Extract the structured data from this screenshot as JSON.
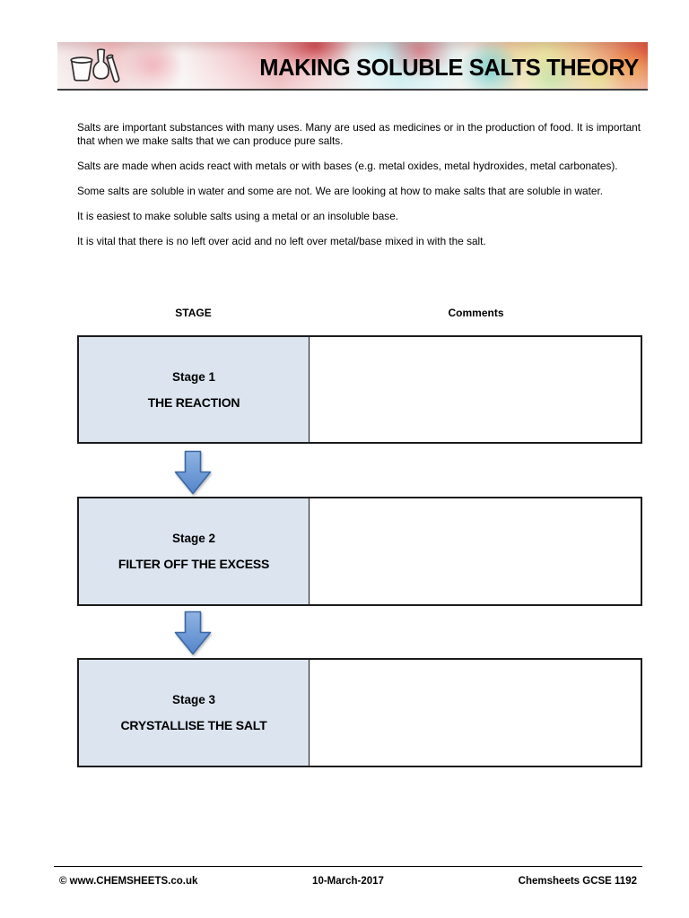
{
  "header": {
    "title": "MAKING SOLUBLE SALTS THEORY"
  },
  "intro": {
    "paragraphs": [
      "Salts are important substances with many uses.  Many are used as medicines or in the production of food. It is important that when we make salts that we can produce pure salts.",
      "Salts are made when acids react with metals or with bases (e.g. metal oxides, metal hydroxides, metal carbonates).",
      "Some salts are soluble in water and some are not. We are looking at how to make salts that are soluble in water.",
      "It is easiest to make soluble salts using a metal or an insoluble base.",
      "It is vital that there is no left over acid and no left over metal/base mixed in with the salt."
    ]
  },
  "table": {
    "stage_header": "STAGE",
    "comments_header": "Comments",
    "rows": [
      {
        "stage_title": "Stage 1",
        "stage_name": "THE REACTION",
        "comment": ""
      },
      {
        "stage_title": "Stage 2",
        "stage_name": "FILTER OFF THE EXCESS",
        "comment": ""
      },
      {
        "stage_title": "Stage 3",
        "stage_name": "CRYSTALLISE THE SALT",
        "comment": ""
      }
    ]
  },
  "footer": {
    "copyright": "© www.CHEMSHEETS.co.uk",
    "date": "10-March-2017",
    "reference": "Chemsheets GCSE 1192"
  },
  "colors": {
    "stage_fill": "#dbe4ef",
    "arrow_fill_light": "#8fb4e3",
    "arrow_fill_dark": "#5585c9",
    "arrow_border": "#3a67a5",
    "box_border": "#1c1c1c"
  }
}
